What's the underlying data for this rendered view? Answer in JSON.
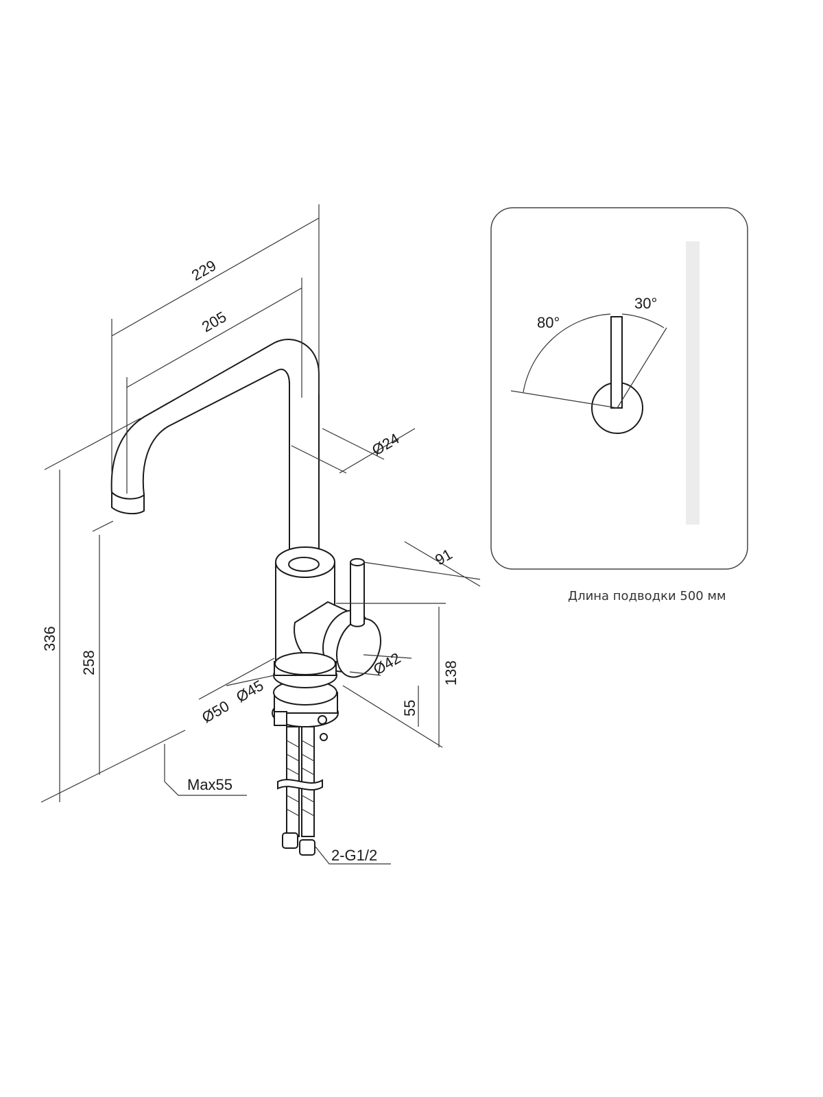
{
  "title": "Faucet dimension drawing",
  "dimensions": {
    "spout_reach_outer": "229",
    "spout_reach_inner": "205",
    "spout_diameter": "Ø24",
    "total_height": "336",
    "spout_height": "258",
    "handle_depth": "91",
    "body_height": "138",
    "handle_diameter": "Ø42",
    "base_diameter_inner": "Ø45",
    "base_diameter_outer": "Ø50",
    "base_height": "55",
    "max_countertop": "Max55",
    "connection": "2-G1/2"
  },
  "handle_panel": {
    "angle_left": "80°",
    "angle_right": "30°",
    "hose_length_caption": "Длина подводки 500 мм"
  }
}
